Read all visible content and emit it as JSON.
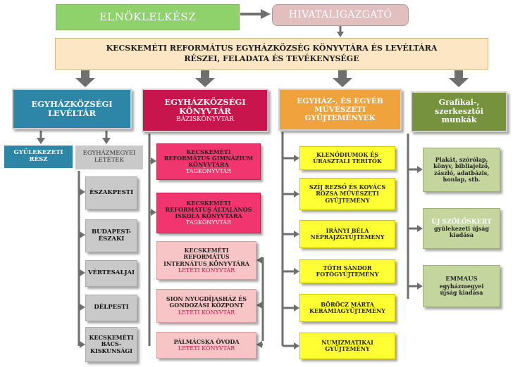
{
  "colors": {
    "green_top": "#8fd16b",
    "rose_top": "#e0bfbe",
    "cream": "#fde6c4",
    "teal": "#2e86a6",
    "teal_light": "#4fa3c2",
    "crimson": "#c8154e",
    "orange": "#f0a33c",
    "olive": "#76923c",
    "gray": "#c9c9c9",
    "pink": "#f1356e",
    "pink_light": "#f8c5c7",
    "yellow": "#ffff33",
    "sage": "#c4d69e",
    "arrow": "#6f6f6f"
  },
  "top": {
    "president": "ELNÖKLELKÉSZ",
    "director": "HIVATALIGAZGATÓ"
  },
  "main_title": {
    "line1": "KECSKEMÉTI REFORMÁTUS EGYHÁZKÖZSÉG KÖNYVTÁRA ÉS LEVÉLTÁRA",
    "line2": "RÉSZEI, FELADATA ÉS  TEVÉKENYSÉGE"
  },
  "archive": {
    "title": "EGYHÁZKÖZSÉGI\nLEVÉLTÁR",
    "congregation": "GYÜLEKEZETI\nRÉSZ",
    "deposits_title": "EGYHÁZMEGYEI\nLETÉTEK",
    "deposits": [
      "ÉSZAKPESTI",
      "BUDAPEST-\nÉSZAKI",
      "VÉRTESALJAI",
      "DÉLPESTI",
      "KECSKEMÉTI\nBÁCS-\nKISKUNSÁGI"
    ]
  },
  "library": {
    "title": "EGYHÁZKÖZSÉGI\nKÖNYVTÁR",
    "subtitle": "BÁZISKÖNYVTÁR",
    "branches": [
      {
        "name": "KECSKEMÉTI\nREFORMÁTUS GIMNÁZIUM\nKÖNYVTÁRA",
        "type": "TAGKÖNYVTÁR"
      },
      {
        "name": "KECSKEMÉTI\nREFORMÁTUS ÁLTALÁNOS\nISKOLA KÖNYVTÁRA",
        "type": "TAGKÖNYVTÁR"
      },
      {
        "name": "KECSKEMÉTI\nREFORMÁTUS\nINTERNÁTUS KÖNYVTÁRA",
        "type": "LETÉTI KÖNYVTÁR"
      },
      {
        "name": "SION NYUGDÍJASHÁZ ÉS\nGONDOZÁSI KÖZPONT",
        "type": "LETÉTI KÖNYVTÁR"
      },
      {
        "name": "PÁLMÁCSKA ÓVODA",
        "type": "LETÉTI KÖNYVTÁR"
      }
    ]
  },
  "collections": {
    "title": "EGYHÁZ-, ÉS EGYÉB\nMŰVÉSZETI\nGYŰJTEMÉNYEK",
    "items": [
      "KLENÓDIUMOK ÉS\nÚRASZTALI TERÍTŐK",
      "SZÍJ REZSŐ ÉS KOVÁCS\nRÓZSA MŰVÉSZETI\nGYŰJTEMÉNY",
      "IRÁNYI BÉLA\nNÉPRAJZGYŰJTEMÉNY",
      "TÓTH SÁNDOR\nFOTÓGYŰJTEMÉNY",
      "BÖRÖCZ MÁRTA\nKERÁMIAGYŰJTEMÉNY",
      "NUMIZMATIKAI\nGYŰJTEMÉNY"
    ]
  },
  "graphics": {
    "title": "Grafikai-,\nszerkesztői\nmunkák",
    "items": [
      {
        "head": "",
        "body": "Plakát, szórólap,\nkönyv, bibliajelző,\nzászló, adatbázis,\nhonlap, stb."
      },
      {
        "head": "ÚJ SZŐLŐSKERT",
        "body": "gyülekezeti újság\nkiadása"
      },
      {
        "head": "EMMAUS",
        "body": "egyházmegyei\nújság kiadása"
      }
    ]
  }
}
